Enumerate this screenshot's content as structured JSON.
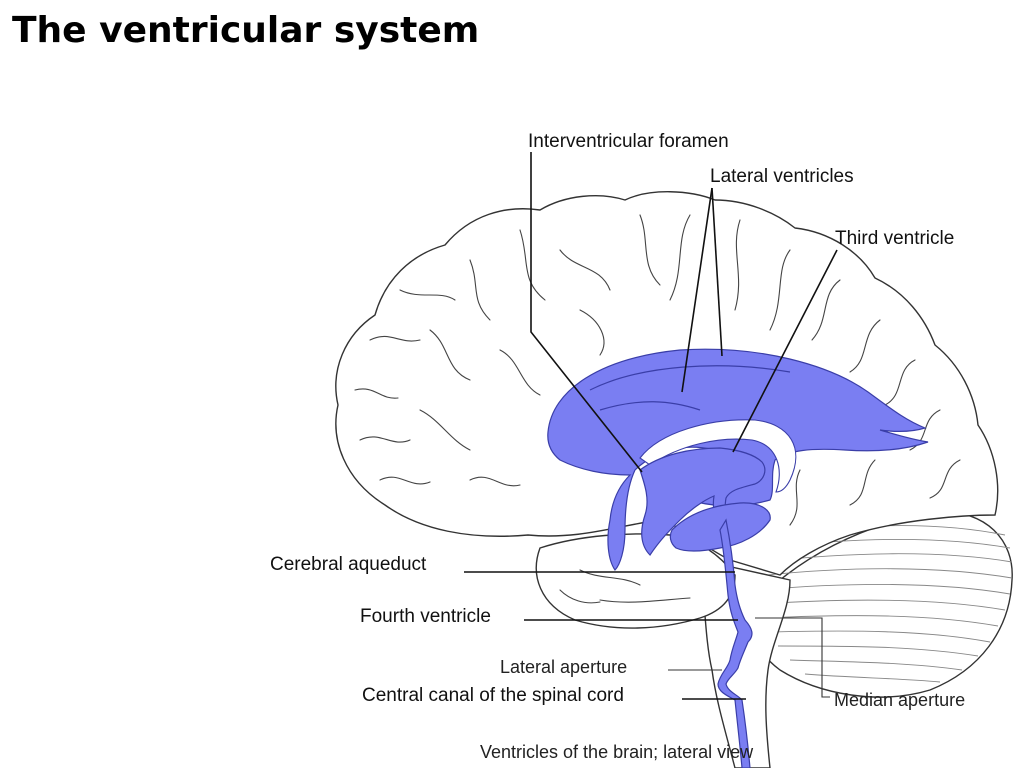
{
  "title": "The ventricular system",
  "labels": {
    "interventricular_foramen": "Interventricular foramen",
    "lateral_ventricles": "Lateral ventricles",
    "third_ventricle": "Third ventricle",
    "cerebral_aqueduct": "Cerebral aqueduct",
    "fourth_ventricle": "Fourth ventricle",
    "lateral_aperture": "Lateral aperture",
    "central_canal": "Central canal of the spinal cord",
    "median_aperture": "Median aperture"
  },
  "caption": "Ventricles of the brain; lateral view",
  "colors": {
    "ventricle_fill": "#7a7ef2",
    "outline": "#333333"
  }
}
